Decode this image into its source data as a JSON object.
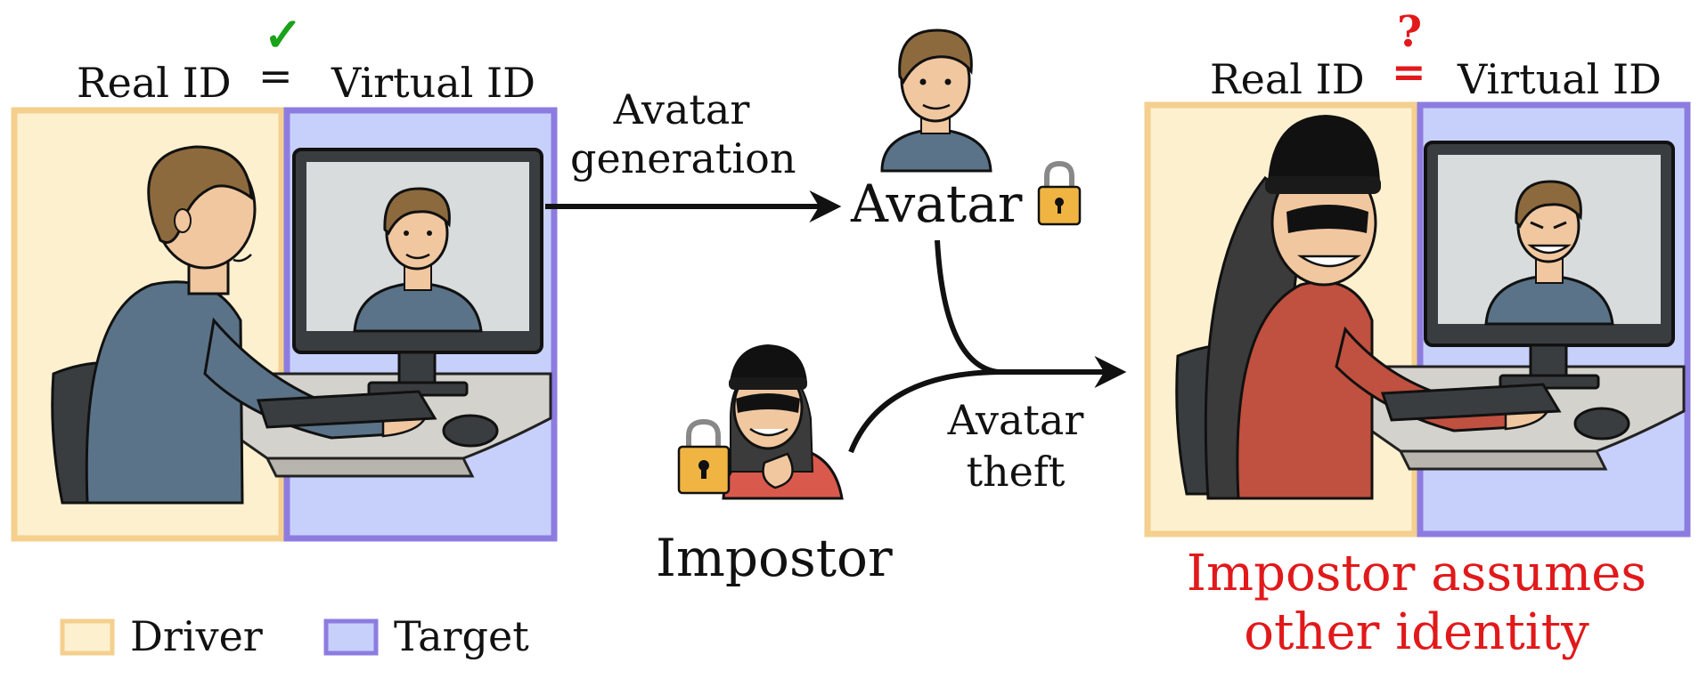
{
  "left_panel": {
    "real_id": "Real ID",
    "equals": "=",
    "check": "✓",
    "virtual_id": "Virtual ID"
  },
  "arrow_generation": {
    "line1": "Avatar",
    "line2": "generation"
  },
  "avatar": {
    "label": "Avatar"
  },
  "arrow_theft": {
    "line1": "Avatar",
    "line2": "theft"
  },
  "impostor": {
    "label": "Impostor"
  },
  "right_panel": {
    "real_id": "Real ID",
    "equals": "=",
    "question": "?",
    "virtual_id": "Virtual ID",
    "caption_line1": "Impostor assumes",
    "caption_line2": "other identity"
  },
  "legend": {
    "items": [
      {
        "label": "Driver",
        "color": "#f7d9a0"
      },
      {
        "label": "Target",
        "color": "#8b7ce6"
      }
    ]
  },
  "colors": {
    "driver_fill": "#fdf0cf",
    "driver_border": "#f4cf8e",
    "target_fill": "#c7d0fb",
    "target_border": "#8d7ce0",
    "check": "#1aa21a",
    "alert": "#e1191b"
  }
}
